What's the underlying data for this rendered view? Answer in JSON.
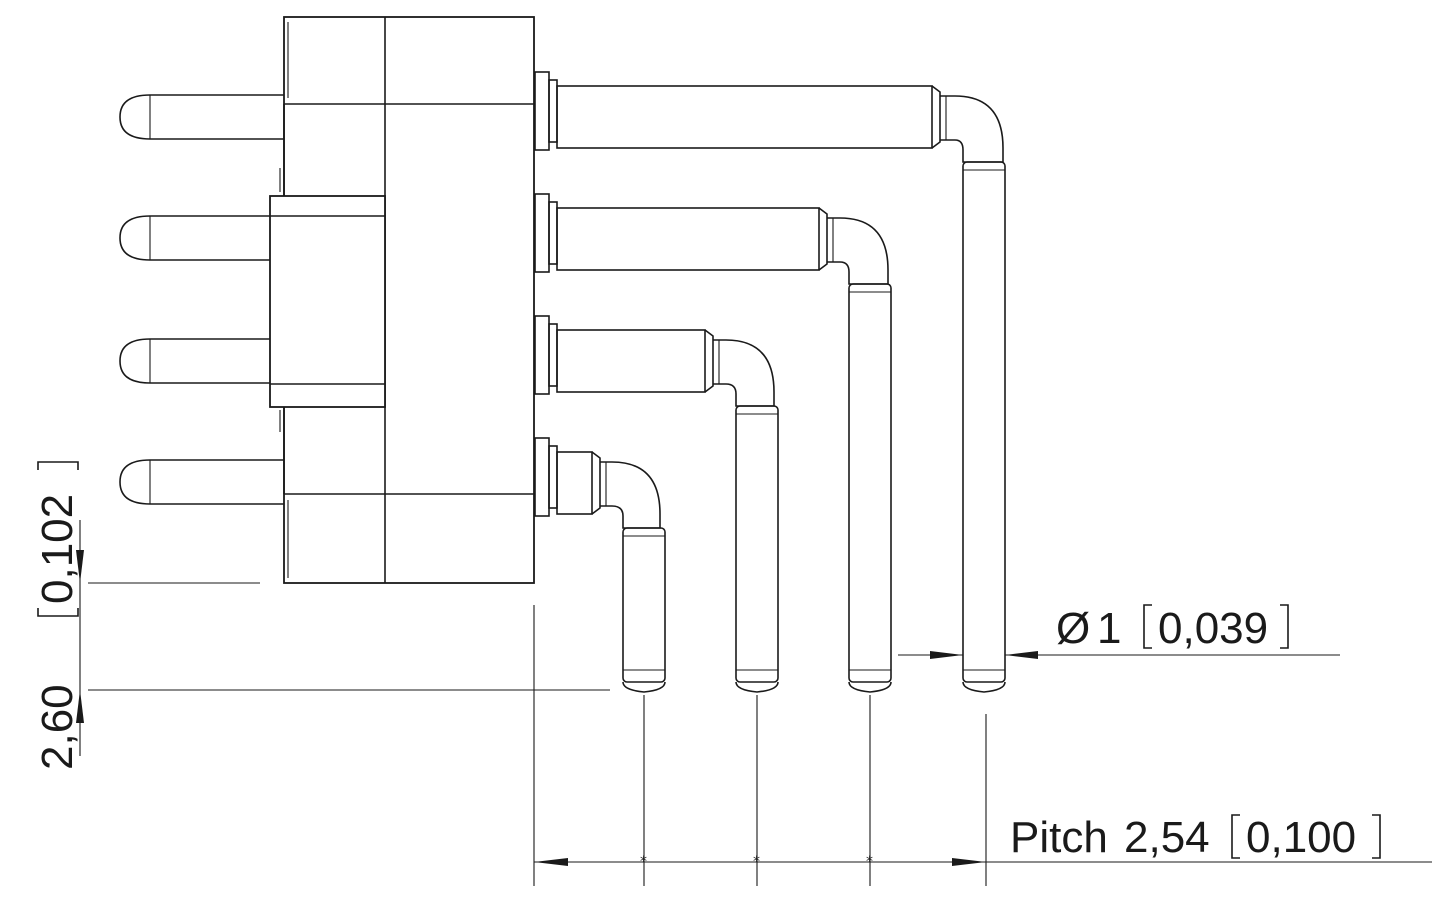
{
  "dimensions": {
    "height_mm": "2,60",
    "height_in": "0,102",
    "diameter_symbol": "Ø",
    "diameter_mm": "1",
    "diameter_in": "0,039",
    "pitch_label": "Pitch",
    "pitch_mm": "2,54",
    "pitch_in": "0,100"
  },
  "pin_count": 4
}
